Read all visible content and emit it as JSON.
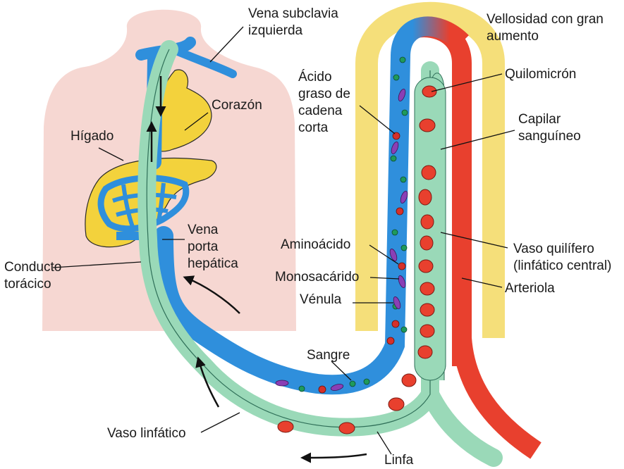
{
  "labels": {
    "vena_subclavia": "Vena subclavia\nizquierda",
    "vellosidad": "Vellosidad con gran\naumento",
    "acido_graso": "Ácido\ngraso de\ncadena\ncorta",
    "quilomicron": "Quilomicrón",
    "corazon": "Corazón",
    "higado": "Hígado",
    "capilar": "Capilar\nsanguíneo",
    "vena_porta": "Vena\nporta\nhepática",
    "aminoacido": "Aminoácido",
    "vaso_quilifero": "Vaso quilífero\n(linfático central)",
    "conducto": "Conducto\ntorácico",
    "monosacarido": "Monosacárido",
    "arteriola": "Arteriola",
    "venula": "Vénula",
    "sangre": "Sangre",
    "vaso_linfatico": "Vaso linfático",
    "linfa": "Linfa"
  },
  "colors": {
    "body": "#f6d7d2",
    "liver": "#f3d23c",
    "blood_vessel": "#2f8fdc",
    "lymph": "#9ad9b8",
    "artery": "#e8402e",
    "villus": "#f5df7a",
    "chylomicron": "#e8402e",
    "fatty_acid": "#d6302a",
    "amino_acid": "#1f9a5c",
    "monosaccharide": "#8a3fb5"
  }
}
